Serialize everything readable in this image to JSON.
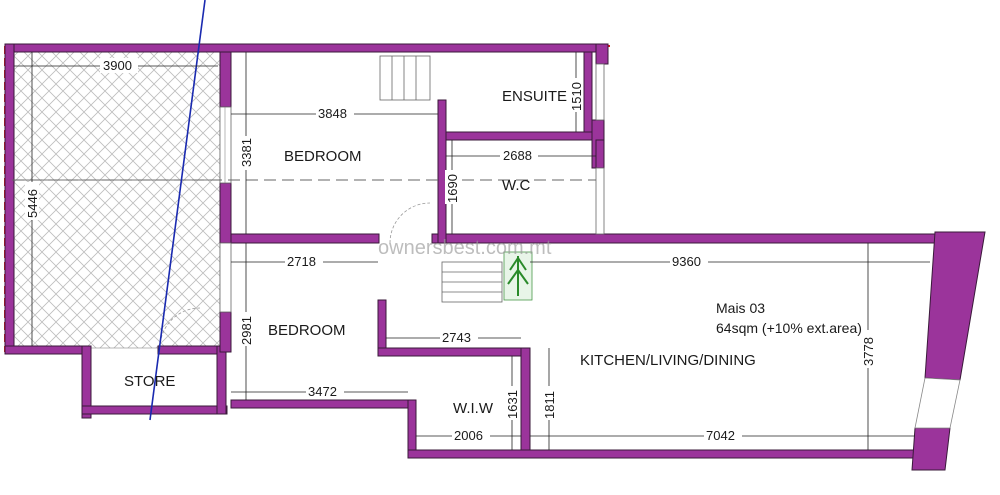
{
  "rooms": {
    "ensuite": "ENSUITE",
    "bedroom_1": "BEDROOM",
    "wc": "W.C",
    "bedroom_2": "BEDROOM",
    "store": "STORE",
    "kitchen": "KITCHEN/LIVING/DINING",
    "wiw": "W.I.W"
  },
  "unit": {
    "name": "Mais 03",
    "area": "64sqm (+10% ext.area)"
  },
  "watermark": "ownersbest.com.mt",
  "dimensions": {
    "terrace_width": "3900",
    "terrace_depth": "5446",
    "bedroom1_width": "3848",
    "bedroom1_depth": "3381",
    "ensuite_depth": "1510",
    "wc_width": "2688",
    "wc_depth": "1690",
    "bedroom2_width": "2718",
    "bedroom2_depth": "2981",
    "bedroom2_bottom": "3472",
    "living_width": "9360",
    "living_depth": "3778",
    "kitchen_inner": "2743",
    "wiw_width": "2006",
    "wiw_depth": "1631",
    "kitchen_depth": "1811",
    "kitchen_width": "7042"
  },
  "colors": {
    "wall": "#9b349b",
    "hatch": "#bdbdbd",
    "boundary": "#e01a1a",
    "blue_line": "#1a2ab0"
  }
}
